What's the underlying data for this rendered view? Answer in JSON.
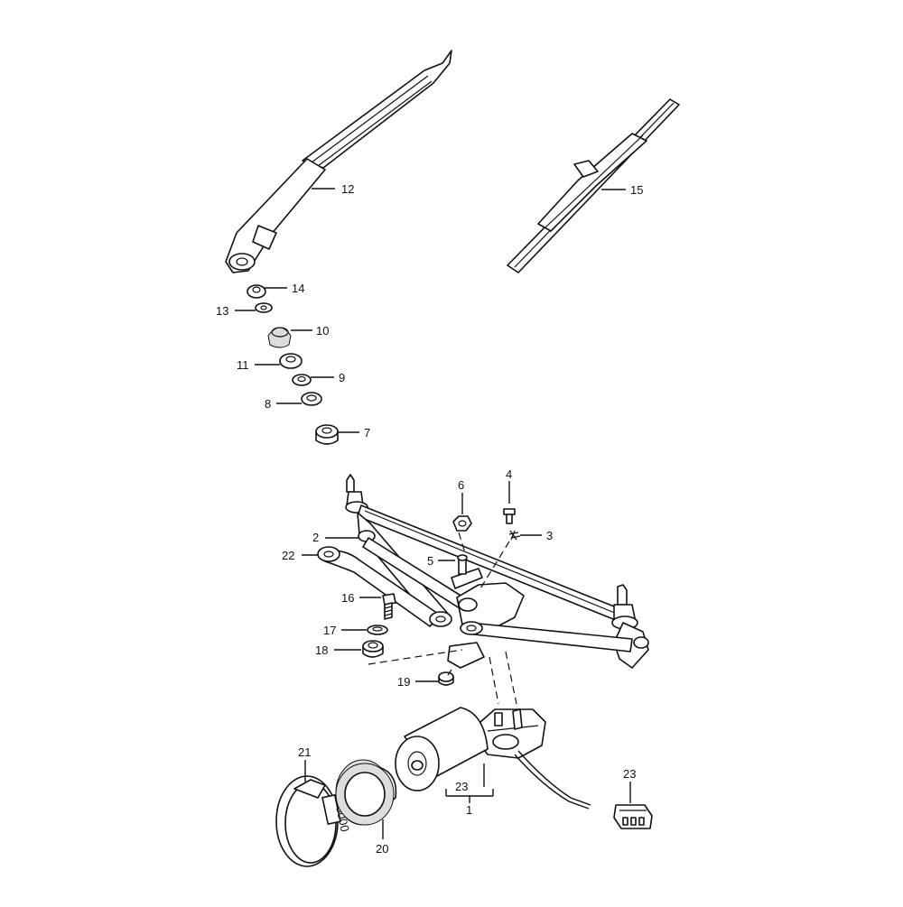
{
  "callouts": [
    {
      "id": "c12",
      "label": "12"
    },
    {
      "id": "c15",
      "label": "15"
    },
    {
      "id": "c14",
      "label": "14"
    },
    {
      "id": "c13",
      "label": "13"
    },
    {
      "id": "c10",
      "label": "10"
    },
    {
      "id": "c11",
      "label": "11"
    },
    {
      "id": "c9",
      "label": "9"
    },
    {
      "id": "c8",
      "label": "8"
    },
    {
      "id": "c7",
      "label": "7"
    },
    {
      "id": "c6",
      "label": "6"
    },
    {
      "id": "c4",
      "label": "4"
    },
    {
      "id": "c3",
      "label": "3"
    },
    {
      "id": "c2",
      "label": "2"
    },
    {
      "id": "c22",
      "label": "22"
    },
    {
      "id": "c5",
      "label": "5"
    },
    {
      "id": "c16",
      "label": "16"
    },
    {
      "id": "c17",
      "label": "17"
    },
    {
      "id": "c18",
      "label": "18"
    },
    {
      "id": "c19",
      "label": "19"
    },
    {
      "id": "c21",
      "label": "21"
    },
    {
      "id": "c20",
      "label": "20"
    },
    {
      "id": "c23a",
      "label": "23"
    },
    {
      "id": "c1",
      "label": "1"
    },
    {
      "id": "c23b",
      "label": "23"
    }
  ],
  "clamp_marking": "0000"
}
